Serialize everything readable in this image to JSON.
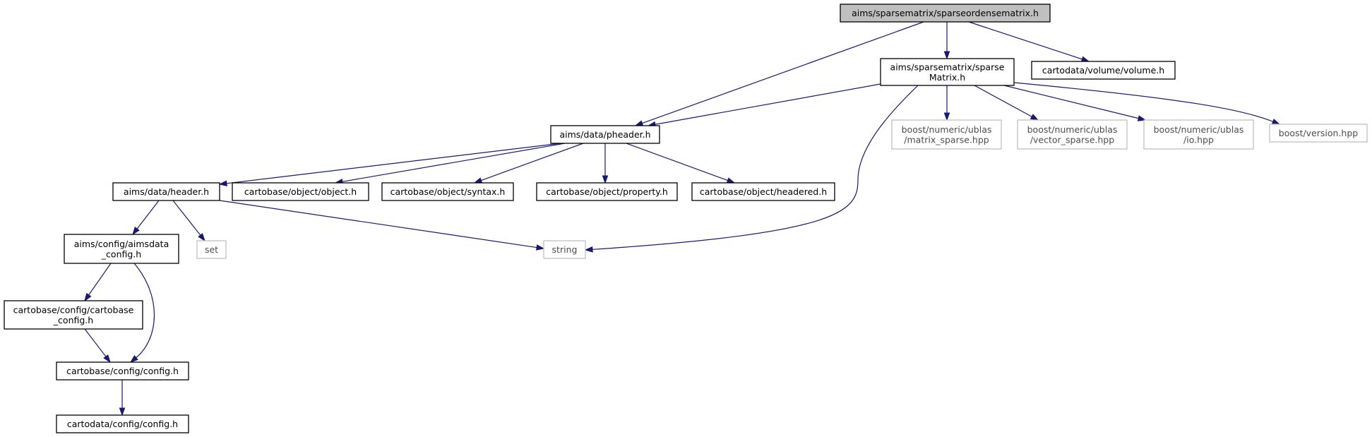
{
  "graph": {
    "edge_color": "#191970",
    "root_fill": "#bfbfbf",
    "external_border": "#bfbfbf",
    "nodes": [
      {
        "id": "root",
        "lines": [
          "aims/sparsematrix/sparseordensematrix.h"
        ],
        "kind": "root"
      },
      {
        "id": "pheader",
        "lines": [
          "aims/data/pheader.h"
        ],
        "kind": "file"
      },
      {
        "id": "sparse",
        "lines": [
          "aims/sparsematrix/sparse",
          "Matrix.h"
        ],
        "kind": "file"
      },
      {
        "id": "volume",
        "lines": [
          "cartodata/volume/volume.h"
        ],
        "kind": "file"
      },
      {
        "id": "header",
        "lines": [
          "aims/data/header.h"
        ],
        "kind": "file"
      },
      {
        "id": "object",
        "lines": [
          "cartobase/object/object.h"
        ],
        "kind": "file"
      },
      {
        "id": "syntax",
        "lines": [
          "cartobase/object/syntax.h"
        ],
        "kind": "file"
      },
      {
        "id": "property",
        "lines": [
          "cartobase/object/property.h"
        ],
        "kind": "file"
      },
      {
        "id": "headered",
        "lines": [
          "cartobase/object/headered.h"
        ],
        "kind": "file"
      },
      {
        "id": "aimsdata",
        "lines": [
          "aims/config/aimsdata",
          "_config.h"
        ],
        "kind": "file"
      },
      {
        "id": "set",
        "lines": [
          "set"
        ],
        "kind": "external"
      },
      {
        "id": "string",
        "lines": [
          "string"
        ],
        "kind": "external"
      },
      {
        "id": "cbconfig",
        "lines": [
          "cartobase/config/cartobase",
          "_config.h"
        ],
        "kind": "file"
      },
      {
        "id": "config",
        "lines": [
          "cartobase/config/config.h"
        ],
        "kind": "file"
      },
      {
        "id": "cdconfig",
        "lines": [
          "cartodata/config/config.h"
        ],
        "kind": "file"
      },
      {
        "id": "mxsparse",
        "lines": [
          "boost/numeric/ublas",
          "/matrix_sparse.hpp"
        ],
        "kind": "external"
      },
      {
        "id": "vecsparse",
        "lines": [
          "boost/numeric/ublas",
          "/vector_sparse.hpp"
        ],
        "kind": "external"
      },
      {
        "id": "io",
        "lines": [
          "boost/numeric/ublas",
          "/io.hpp"
        ],
        "kind": "external"
      },
      {
        "id": "version",
        "lines": [
          "boost/version.hpp"
        ],
        "kind": "external"
      }
    ],
    "edges": [
      [
        "root",
        "pheader"
      ],
      [
        "root",
        "sparse"
      ],
      [
        "root",
        "volume"
      ],
      [
        "sparse",
        "pheader"
      ],
      [
        "sparse",
        "string"
      ],
      [
        "sparse",
        "mxsparse"
      ],
      [
        "sparse",
        "vecsparse"
      ],
      [
        "sparse",
        "io"
      ],
      [
        "sparse",
        "version"
      ],
      [
        "pheader",
        "header"
      ],
      [
        "pheader",
        "object"
      ],
      [
        "pheader",
        "syntax"
      ],
      [
        "pheader",
        "property"
      ],
      [
        "pheader",
        "headered"
      ],
      [
        "header",
        "aimsdata"
      ],
      [
        "header",
        "set"
      ],
      [
        "header",
        "string"
      ],
      [
        "aimsdata",
        "cbconfig"
      ],
      [
        "aimsdata",
        "config"
      ],
      [
        "cbconfig",
        "config"
      ],
      [
        "config",
        "cdconfig"
      ]
    ]
  }
}
